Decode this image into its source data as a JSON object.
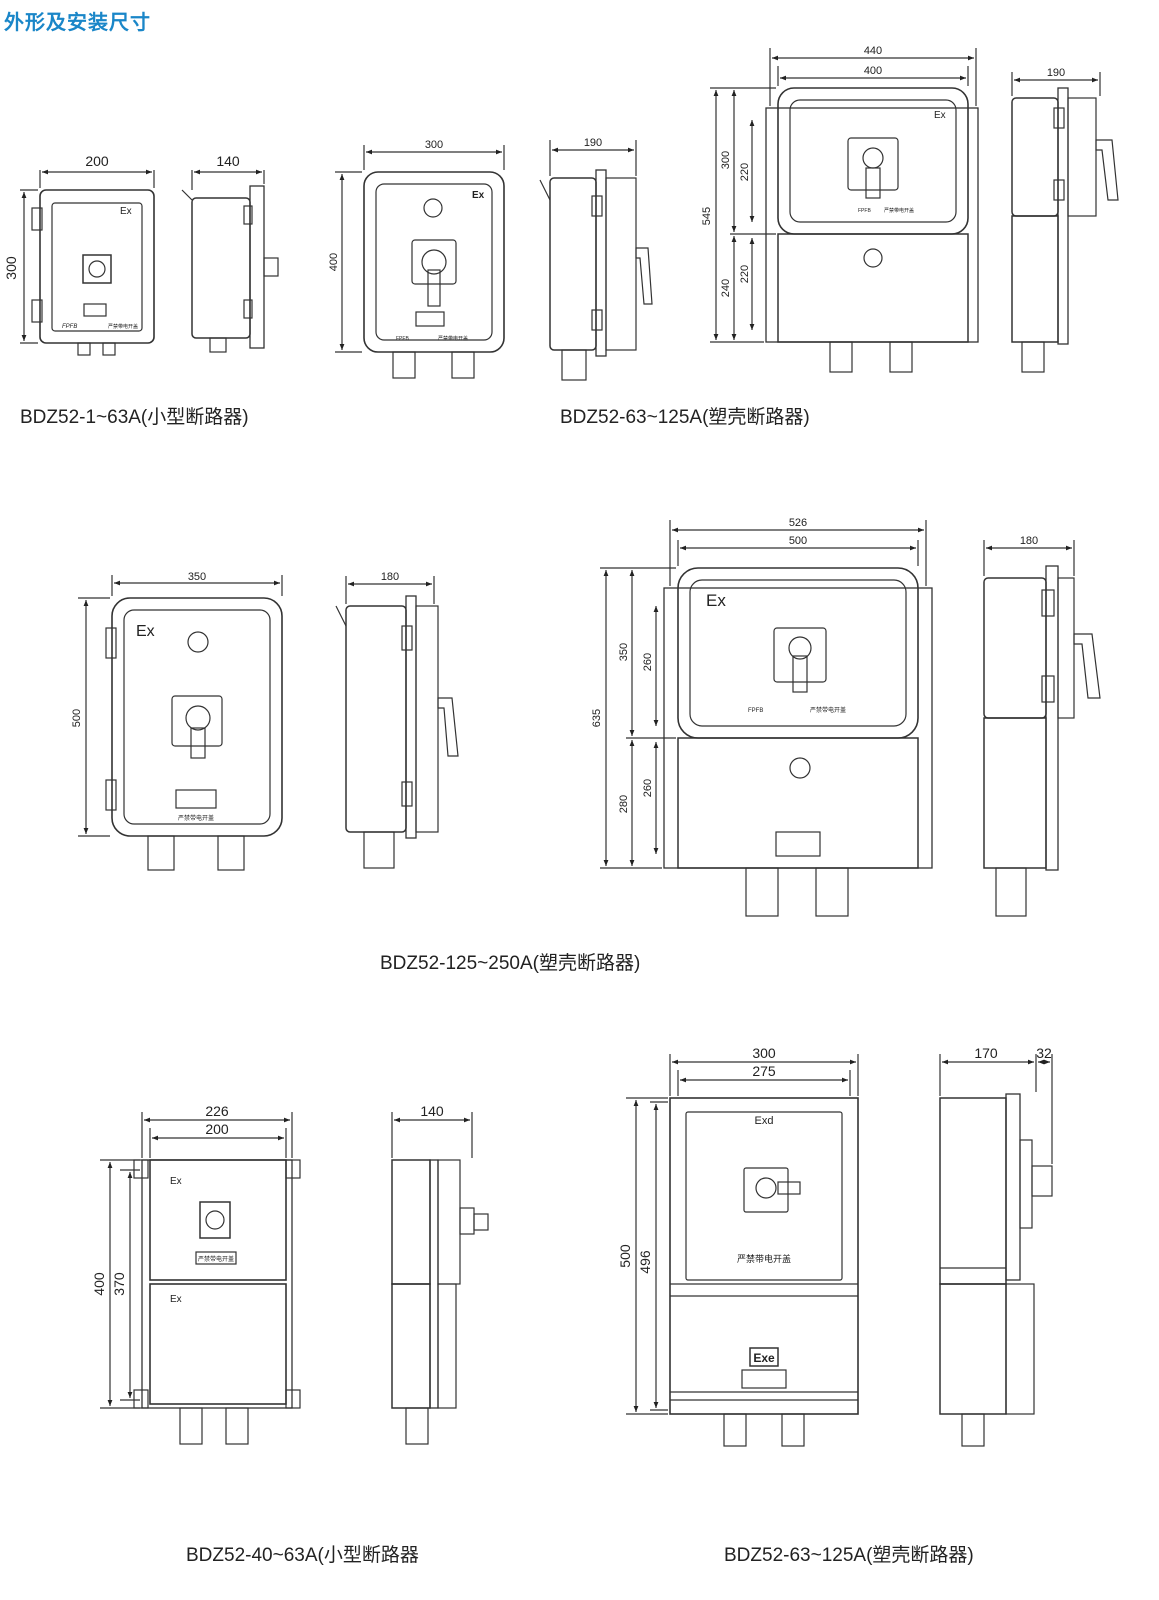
{
  "page": {
    "title": "外形及安装尺寸",
    "title_color": "#1a86c8"
  },
  "drawings": {
    "d1": {
      "caption": "BDZ52-1~63A(小型断路器)",
      "width": "200",
      "height": "300",
      "depth": "140",
      "ex": "Ex",
      "brand": "FPFB",
      "warning": "严禁带电开盖"
    },
    "d2": {
      "width": "300",
      "height": "400",
      "depth": "190",
      "ex": "Ex",
      "brand": "FPFB",
      "warning": "严禁带电开盖"
    },
    "d3": {
      "caption": "BDZ52-63~125A(塑壳断路器)",
      "overall_width": "440",
      "inner_width": "400",
      "height": "545",
      "upper_height": "300",
      "upper_inner": "220",
      "lower_height": "240",
      "lower_inner": "220",
      "depth": "190",
      "ex": "Ex",
      "brand": "FPFB",
      "warning": "严禁带电开盖"
    },
    "d4": {
      "width": "350",
      "height": "500",
      "depth": "180",
      "ex": "Ex",
      "warning": "严禁带电开盖"
    },
    "d5": {
      "caption": "BDZ52-125~250A(塑壳断路器)",
      "overall_width": "526",
      "inner_width": "500",
      "height": "635",
      "upper_height": "350",
      "upper_inner": "260",
      "lower_height": "280",
      "lower_inner": "260",
      "depth": "180",
      "ex": "Ex",
      "brand": "FPFB",
      "warning": "严禁带电开盖"
    },
    "d6": {
      "caption": "BDZ52-40~63A(小型断路器",
      "overall_width": "226",
      "inner_width": "200",
      "height": "400",
      "inner_height": "370",
      "depth": "140",
      "ex_upper": "Ex",
      "ex_lower": "Ex",
      "warning": "严禁带电开盖"
    },
    "d7": {
      "caption": "BDZ52-63~125A(塑壳断路器)",
      "overall_width": "300",
      "inner_width": "275",
      "height": "500",
      "inner_height": "496",
      "depth": "170",
      "handle_depth": "32",
      "exd": "Exd",
      "exe": "Exe",
      "warning": "严禁带电开盖"
    }
  }
}
